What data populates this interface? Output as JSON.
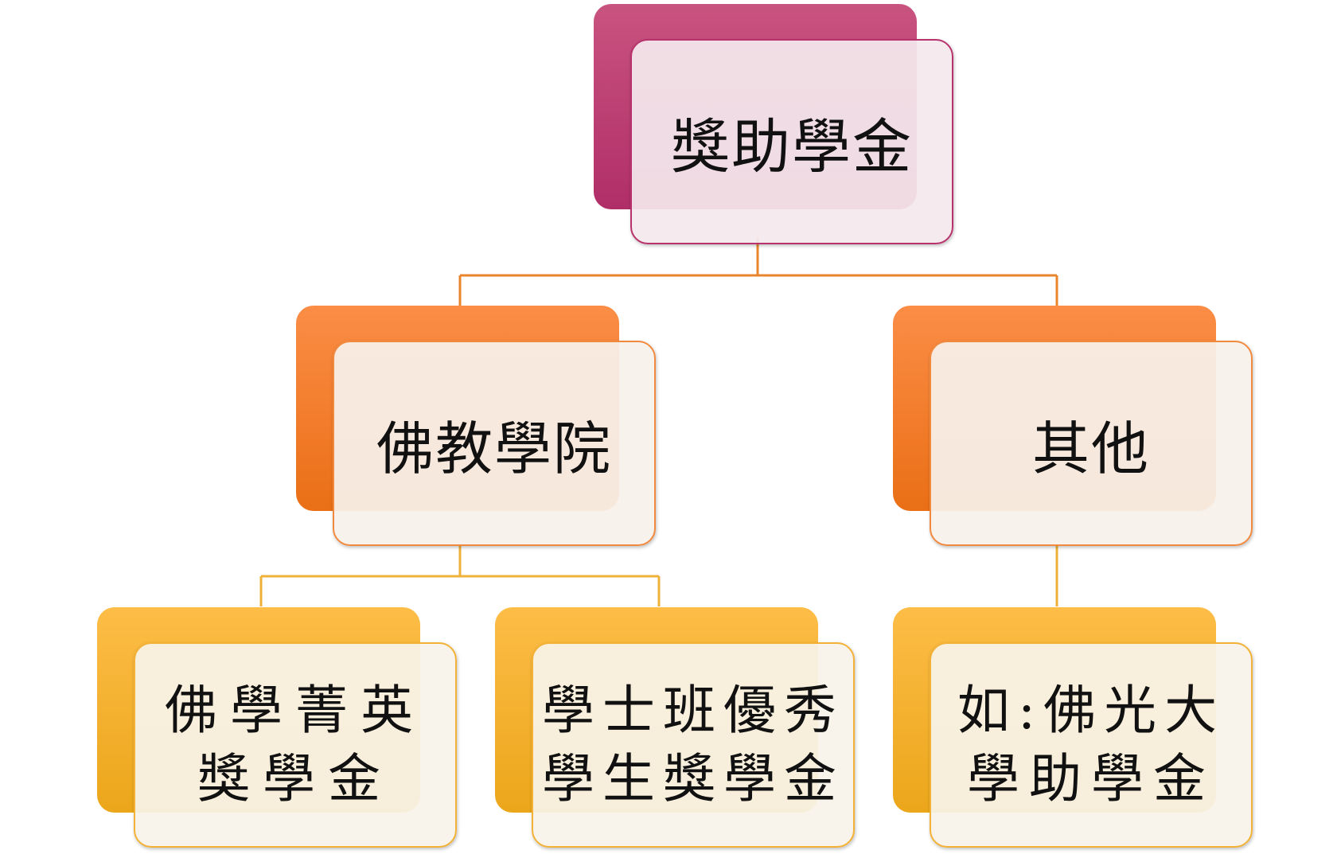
{
  "diagram": {
    "root": {
      "label": "獎助學金"
    },
    "level1": [
      {
        "label": "佛教學院"
      },
      {
        "label": "其他"
      }
    ],
    "level2": [
      {
        "line1": "佛學菁英",
        "line2": "獎學金"
      },
      {
        "line1": "學士班優秀",
        "line2": "學生獎學金"
      },
      {
        "line1": "如:佛光大",
        "line2": "學助學金"
      }
    ]
  },
  "colors": {
    "root": "#b8336c",
    "level1": "#ea6f16",
    "level2": "#eba61a",
    "connector_level1": "#e9862c",
    "connector_level2": "#efb13a"
  }
}
